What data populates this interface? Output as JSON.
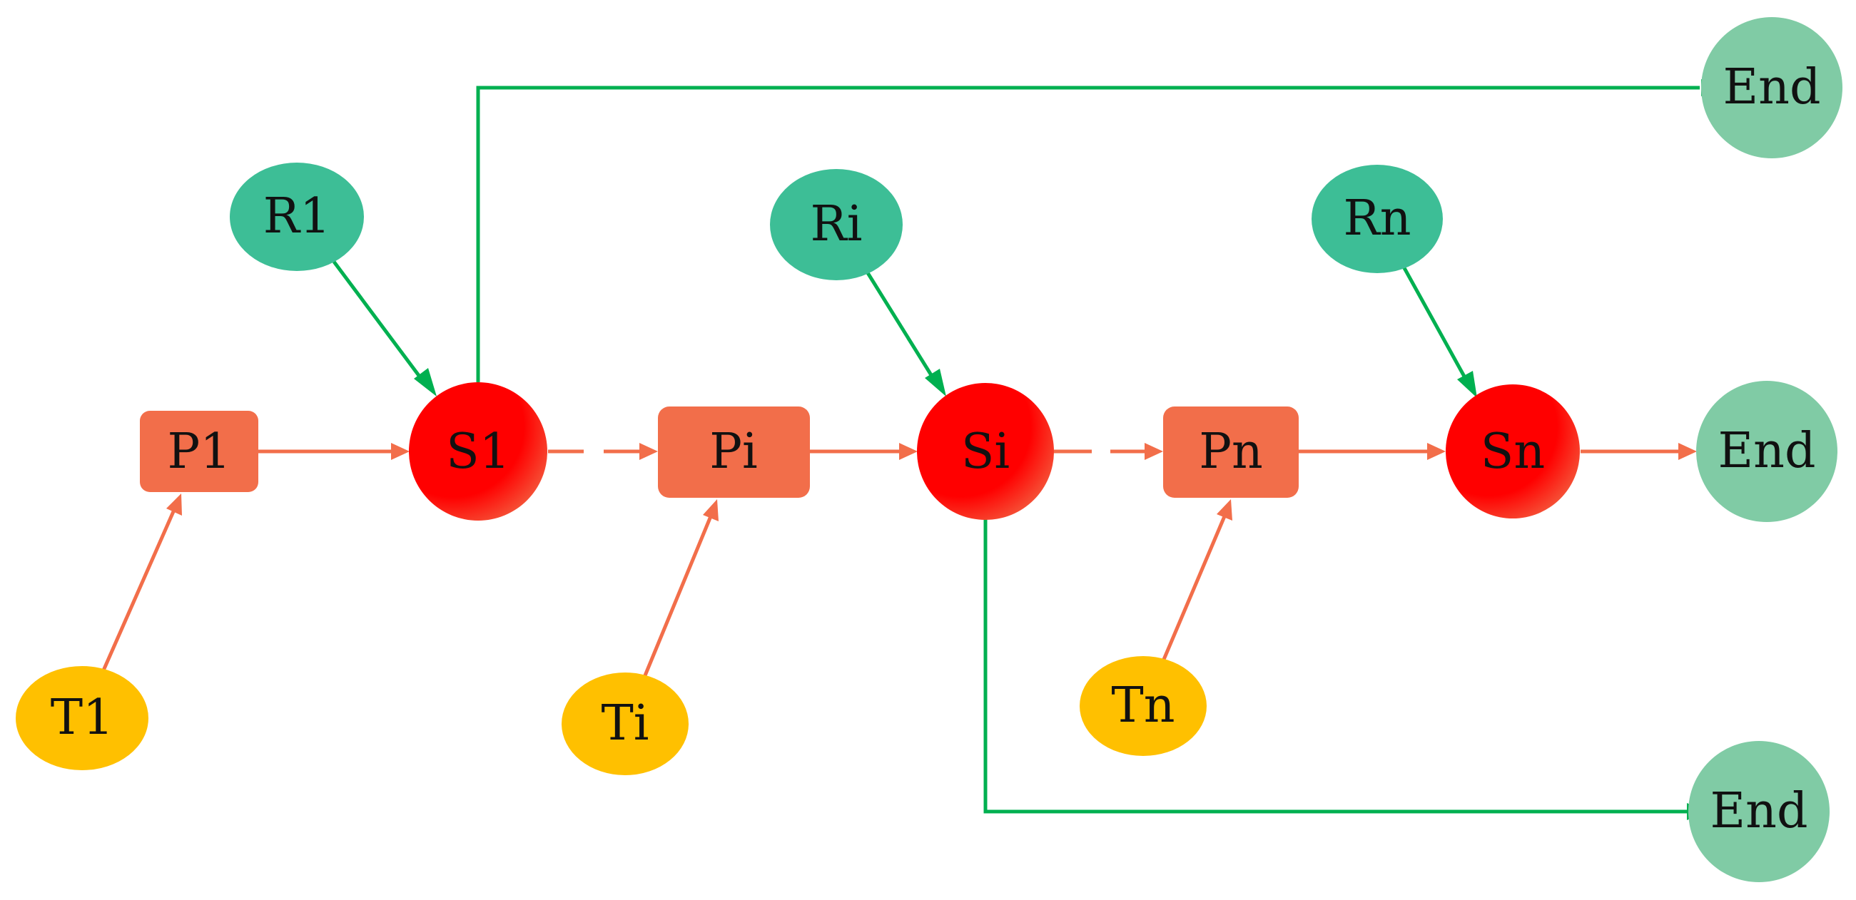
{
  "nodes": {
    "P1": "P1",
    "Pi": "Pi",
    "Pn": "Pn",
    "S1": "S1",
    "Si": "Si",
    "Sn": "Sn",
    "R1": "R1",
    "Ri": "Ri",
    "Rn": "Rn",
    "T1": "T1",
    "Ti": "Ti",
    "Tn": "Tn",
    "End_top": "End",
    "End_mid": "End",
    "End_bottom": "End"
  },
  "colors": {
    "process": "#F26E4A",
    "state": "#FF0000",
    "state_shade": "#F26E4A",
    "resource": "#3DBE96",
    "trigger": "#FFC000",
    "end": "#80CBA5",
    "flow_arrow": "#F26E4A",
    "branch_arrow": "#00B050"
  }
}
